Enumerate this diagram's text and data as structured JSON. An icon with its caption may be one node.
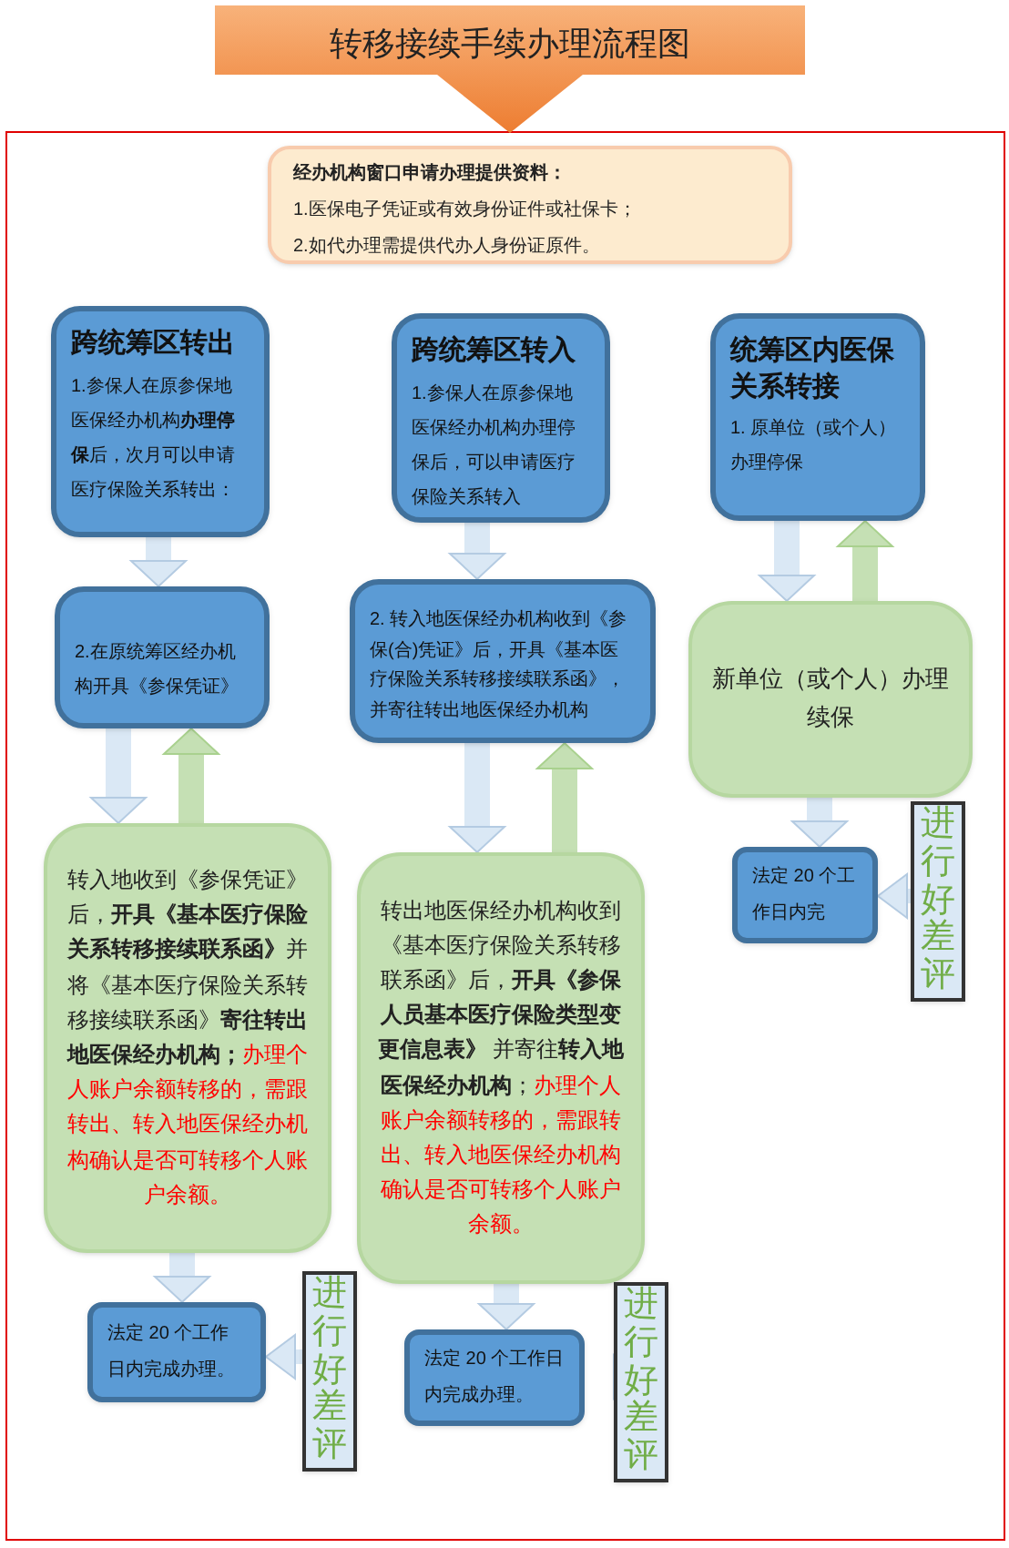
{
  "diagram": {
    "title": "转移接续手续办理流程图",
    "nodes": [
      {
        "text": [
          "经办机构窗口申请办理提供资料：",
          "1.医保电子凭证或有效身份证件或社保卡；",
          "2.如代办理需提供代办人身份证原件。"
        ]
      },
      {
        "text": [
          "跨统筹区转出",
          "1.参保人在原参保地医保经办机构**办理停保**后，次月可以申请医疗保险关系转出："
        ]
      },
      {
        "text": [
          "2.在原统筹区经办机构开具《参保凭证》"
        ]
      },
      {
        "text": [
          "转入地收到《参保凭证》后，**开具《基本医疗保险关系转移接续联系函》**并将《基本医疗保险关系转移接续联系函》**寄往转出地医保经办机构；**",
          "办理个人账户余额转移的，需跟转出、转入地医保经办机构确认是否可转移个人账户余额。"
        ]
      },
      {
        "text": [
          "法定 20 个工作日内完成办理。"
        ]
      },
      {
        "text": [
          "进行好差评"
        ]
      },
      {
        "text": [
          "跨统筹区转入",
          "1.参保人在原参保地医保经办机构办理停保后，可以申请医疗保险关系转入"
        ]
      },
      {
        "text": [
          "2. 转入地医保经办机构收到《参保(合)凭证》后，开具《基本医疗保险关系转移接续联系函》，并寄往转出地医保经办机构"
        ]
      },
      {
        "text": [
          "转出地医保经办机构收到《基本医疗保险关系转移联系函》后，**开具《参保人员基本医疗保险类型变更信息表》** 并寄往**转入地医保经办机构**；",
          "办理个人账户余额转移的，需跟转出、转入地医保经办机构确认是否可转移个人账户余额。"
        ]
      },
      {
        "text": [
          "法定 20 个工作日内完成办理。"
        ]
      },
      {
        "text": [
          "进行好差评"
        ]
      },
      {
        "text": [
          "统筹区内医保关系转接",
          "1. 原单位（或个人）办理停保"
        ]
      },
      {
        "text": [
          "新单位（或个人）办理续保"
        ]
      },
      {
        "text": [
          "法定 20 个工作日内完"
        ]
      },
      {
        "text": [
          "进行好差评"
        ]
      }
    ],
    "edges": [
      {
        "from": 1,
        "to": 2,
        "arrow": "to"
      },
      {
        "from": 2,
        "to": 3,
        "arrow": "to"
      },
      {
        "from": 3,
        "to": 2,
        "arrow": "to",
        "color": "#c5e0b4"
      },
      {
        "from": 3,
        "to": 4,
        "arrow": "to"
      },
      {
        "from": 5,
        "to": 4,
        "arrow": "to"
      },
      {
        "from": 6,
        "to": 7,
        "arrow": "to"
      },
      {
        "from": 7,
        "to": 8,
        "arrow": "to"
      },
      {
        "from": 8,
        "to": 7,
        "arrow": "to",
        "color": "#c5e0b4"
      },
      {
        "from": 8,
        "to": 9,
        "arrow": "to"
      },
      {
        "from": 10,
        "to": 9,
        "arrow": "to"
      },
      {
        "from": 11,
        "to": 12,
        "arrow": "to"
      },
      {
        "from": 12,
        "to": 11,
        "arrow": "to",
        "color": "#c5e0b4"
      },
      {
        "from": 12,
        "to": 13,
        "arrow": "to"
      },
      {
        "from": 14,
        "to": 13,
        "arrow": "to"
      }
    ]
  }
}
